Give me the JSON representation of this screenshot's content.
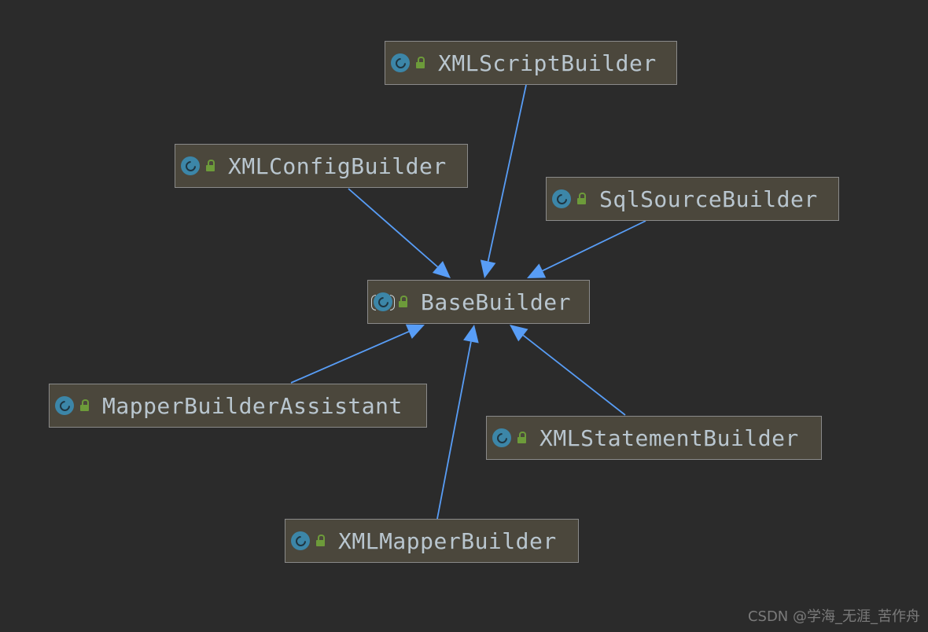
{
  "diagram": {
    "type": "class-hierarchy",
    "colors": {
      "background": "#2b2b2b",
      "node_fill": "#4b473c",
      "node_border": "#8a8a8a",
      "node_text": "#b9c6cf",
      "edge": "#589df6",
      "class_icon": "#3c86a8",
      "access_icon": "#6d9b3a"
    },
    "nodes": [
      {
        "id": "XMLScriptBuilder",
        "label": "XMLScriptBuilder",
        "icon": "class-icon",
        "access": "public-lock-icon"
      },
      {
        "id": "XMLConfigBuilder",
        "label": "XMLConfigBuilder",
        "icon": "class-icon",
        "access": "public-lock-icon"
      },
      {
        "id": "SqlSourceBuilder",
        "label": "SqlSourceBuilder",
        "icon": "class-icon",
        "access": "public-lock-icon"
      },
      {
        "id": "BaseBuilder",
        "label": "BaseBuilder",
        "icon": "abstract-class-icon",
        "access": "public-lock-icon"
      },
      {
        "id": "MapperBuilderAssistant",
        "label": "MapperBuilderAssistant",
        "icon": "class-icon",
        "access": "public-lock-icon"
      },
      {
        "id": "XMLStatementBuilder",
        "label": "XMLStatementBuilder",
        "icon": "class-icon",
        "access": "public-lock-icon"
      },
      {
        "id": "XMLMapperBuilder",
        "label": "XMLMapperBuilder",
        "icon": "class-icon",
        "access": "public-lock-icon"
      }
    ],
    "edges": [
      {
        "from": "XMLScriptBuilder",
        "to": "BaseBuilder",
        "relation": "extends"
      },
      {
        "from": "XMLConfigBuilder",
        "to": "BaseBuilder",
        "relation": "extends"
      },
      {
        "from": "SqlSourceBuilder",
        "to": "BaseBuilder",
        "relation": "extends"
      },
      {
        "from": "MapperBuilderAssistant",
        "to": "BaseBuilder",
        "relation": "extends"
      },
      {
        "from": "XMLStatementBuilder",
        "to": "BaseBuilder",
        "relation": "extends"
      },
      {
        "from": "XMLMapperBuilder",
        "to": "BaseBuilder",
        "relation": "extends"
      }
    ]
  },
  "watermark": "CSDN @学海_无涯_苦作舟"
}
